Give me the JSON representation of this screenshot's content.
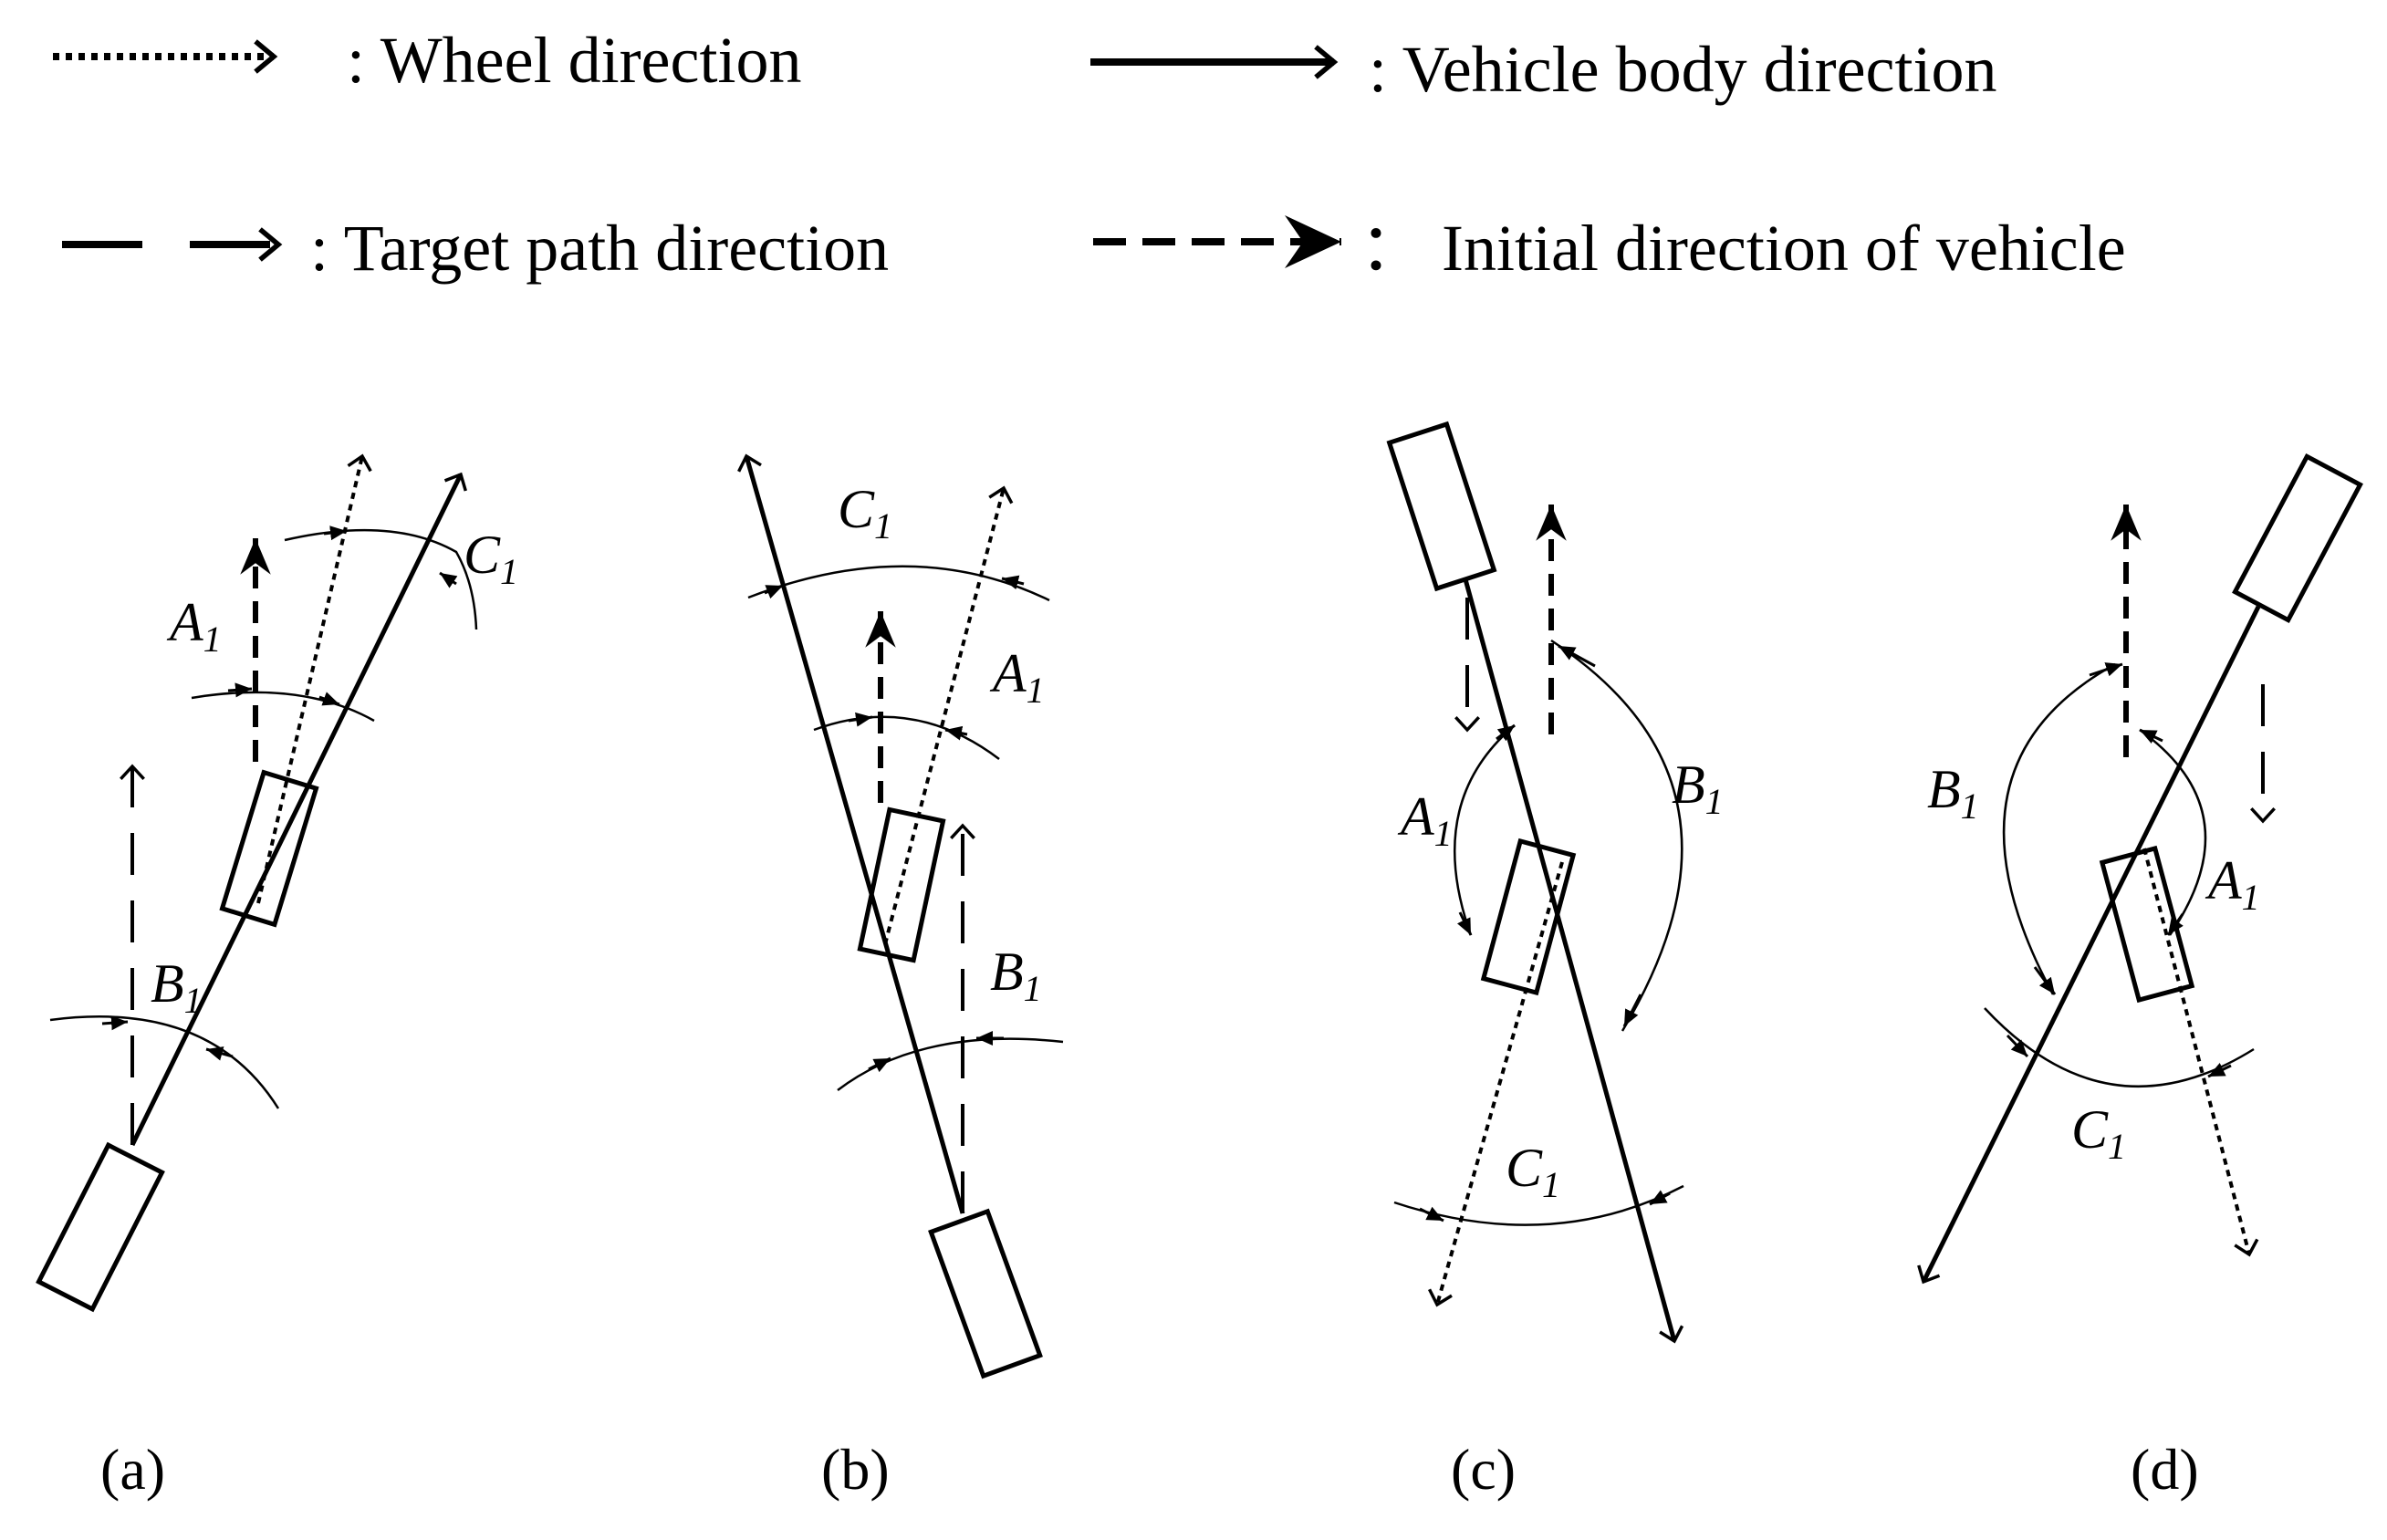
{
  "legend": {
    "wheel": ": Wheel direction",
    "body": ": Vehicle body direction",
    "target": ": Target path direction",
    "initial": "： Initial direction of vehicle"
  },
  "angles": {
    "A": "A",
    "B": "B",
    "C": "C",
    "sub": "1"
  },
  "panels": {
    "a": "(a)",
    "b": "(b)",
    "c": "(c)",
    "d": "(d)"
  },
  "icons": {
    "wheel": "dotted-arrow-icon",
    "body": "solid-arrow-icon",
    "target": "long-dash-arrow-icon",
    "initial": "short-dash-arrow-icon"
  }
}
